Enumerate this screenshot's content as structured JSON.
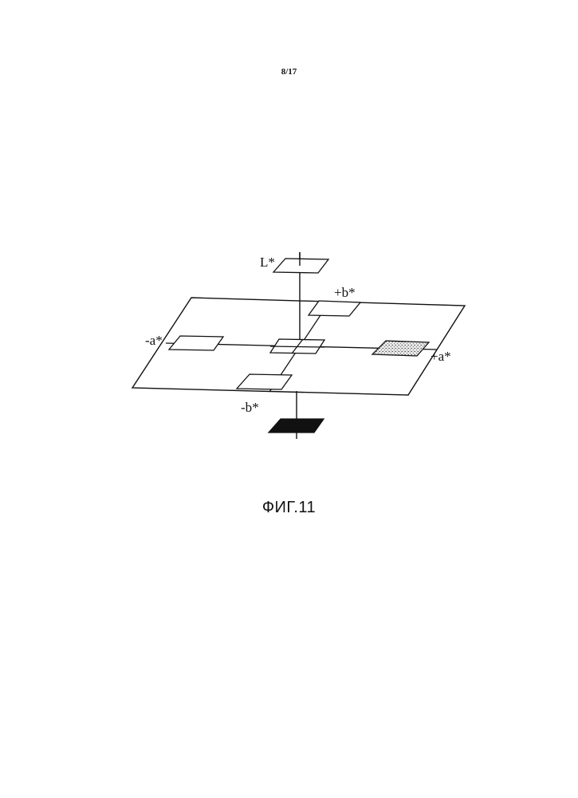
{
  "page": {
    "number": "8/17"
  },
  "figure": {
    "caption": "ФИГ.11",
    "labels": {
      "l_star": "L*",
      "plus_b": "+b*",
      "minus_a": "-a*",
      "plus_a": "+a*",
      "minus_b": "-b*"
    }
  }
}
